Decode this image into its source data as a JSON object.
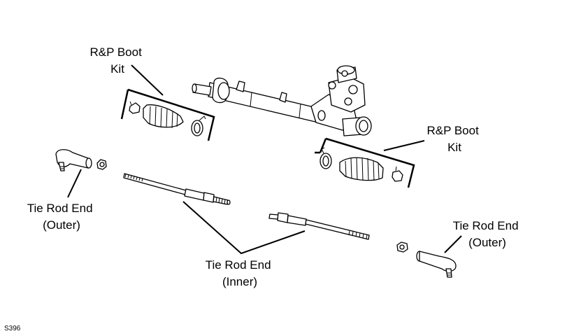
{
  "labels": {
    "boot_kit_left": [
      "R&P Boot",
      "Kit"
    ],
    "boot_kit_right": [
      "R&P Boot",
      "Kit"
    ],
    "tie_rod_outer_left": [
      "Tie Rod End",
      "(Outer)"
    ],
    "tie_rod_inner": [
      "Tie Rod End",
      "(Inner)"
    ],
    "tie_rod_outer_right": [
      "Tie Rod End",
      "(Outer)"
    ]
  },
  "figure_code": "S396"
}
